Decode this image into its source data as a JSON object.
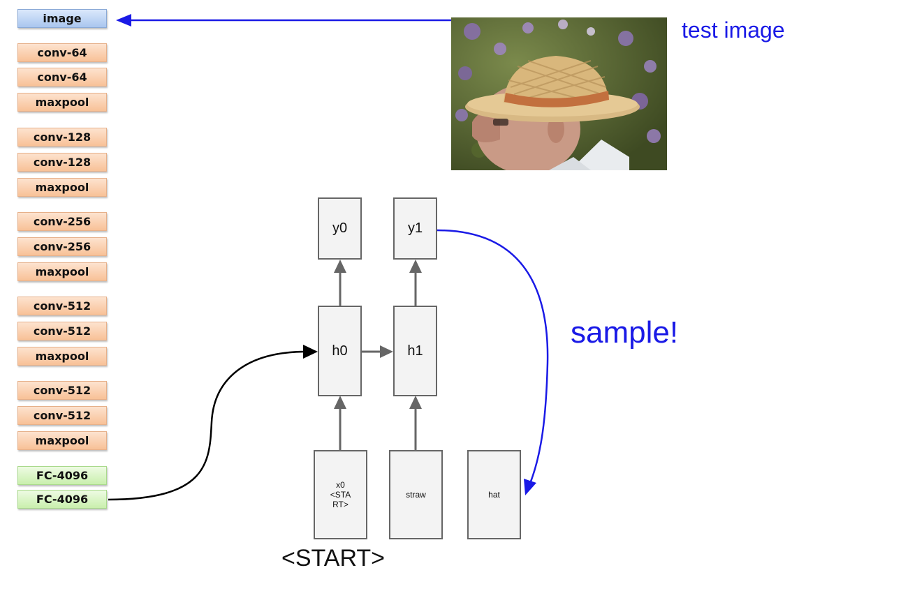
{
  "cnn_layers": [
    {
      "label": "image",
      "kind": "image"
    },
    {
      "label": "conv-64",
      "kind": "conv"
    },
    {
      "label": "conv-64",
      "kind": "conv"
    },
    {
      "label": "maxpool",
      "kind": "pool"
    },
    {
      "label": "conv-128",
      "kind": "conv"
    },
    {
      "label": "conv-128",
      "kind": "conv"
    },
    {
      "label": "maxpool",
      "kind": "pool"
    },
    {
      "label": "conv-256",
      "kind": "conv"
    },
    {
      "label": "conv-256",
      "kind": "conv"
    },
    {
      "label": "maxpool",
      "kind": "pool"
    },
    {
      "label": "conv-512",
      "kind": "conv"
    },
    {
      "label": "conv-512",
      "kind": "conv"
    },
    {
      "label": "maxpool",
      "kind": "pool"
    },
    {
      "label": "conv-512",
      "kind": "conv"
    },
    {
      "label": "conv-512",
      "kind": "conv"
    },
    {
      "label": "maxpool",
      "kind": "pool"
    },
    {
      "label": "FC-4096",
      "kind": "fc"
    },
    {
      "label": "FC-4096",
      "kind": "fc"
    }
  ],
  "rnn": {
    "outputs": [
      "y0",
      "y1"
    ],
    "hidden": [
      "h0",
      "h1"
    ],
    "inputs": [
      "x0\n<STA\nRT>",
      "straw",
      "hat"
    ]
  },
  "labels": {
    "test_image": "test image",
    "sample": "sample!",
    "start": "<START>"
  },
  "colors": {
    "accent_blue": "#1a1ae6",
    "cnn_image": "#a9c6ef",
    "cnn_conv": "#f8c197",
    "cnn_fc": "#c9efad",
    "arrow_gray": "#666666"
  }
}
